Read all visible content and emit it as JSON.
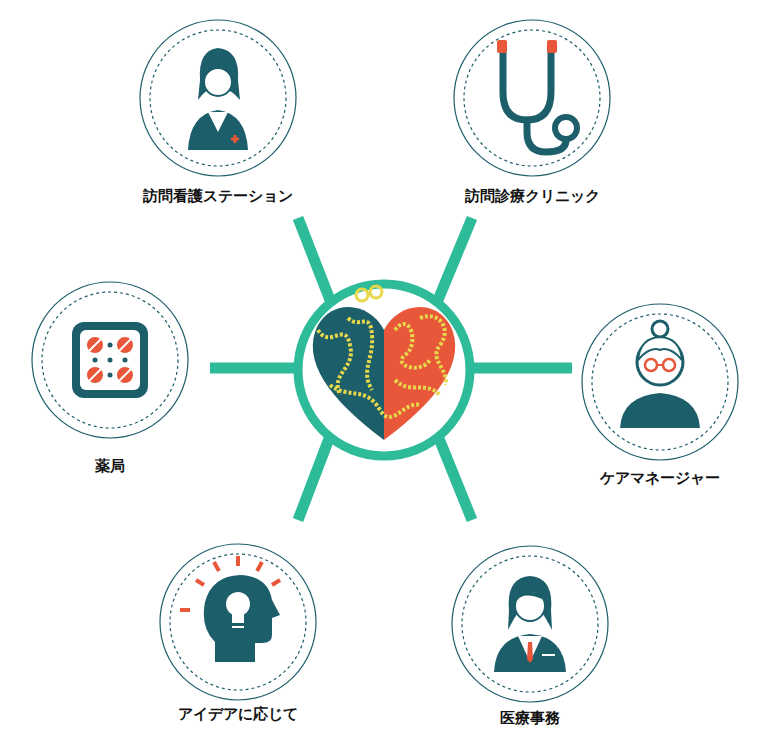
{
  "diagram": {
    "nodes": [
      {
        "text": [
          "訪問看護ステーション"
        ]
      },
      {
        "text": [
          "訪問診療クリニック"
        ]
      },
      {
        "text": [
          "薬局"
        ]
      },
      {
        "text": [
          "ケアマネージャー"
        ]
      },
      {
        "text": [
          "アイデアに応じて"
        ]
      },
      {
        "text": [
          "医療事務"
        ]
      }
    ]
  }
}
